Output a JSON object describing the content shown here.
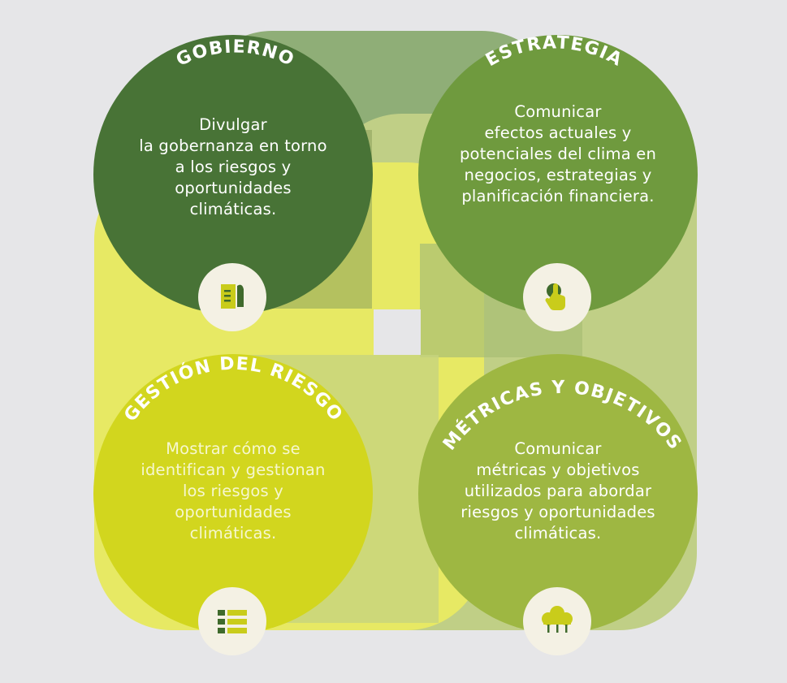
{
  "colors": {
    "background": "#e6e6e8",
    "governance": "#487336",
    "strategy": "#6f9a3e",
    "risk": "#d2d61e",
    "metrics": "#9eb742",
    "badge": "#f4f1e4",
    "dark_text": "#ffffff",
    "light_text": "#f5f6da"
  },
  "panels": {
    "governance": {
      "title": "GOBIERNO",
      "lines": [
        "Divulgar",
        "la gobernanza en torno",
        "a los riesgos y",
        "oportunidades",
        "climáticas."
      ],
      "icon": "document-icon"
    },
    "strategy": {
      "title": "ESTRATEGIA",
      "lines": [
        "Comunicar",
        "efectos actuales y",
        "potenciales del clima en",
        "negocios, estrategias y",
        "planificación financiera."
      ],
      "icon": "touch-hand-icon"
    },
    "risk": {
      "title": "GESTIÓN DEL RIESGO",
      "lines": [
        "Mostrar cómo se",
        "identifican y gestionan",
        "los riesgos y",
        "oportunidades",
        "climáticas."
      ],
      "icon": "checklist-icon"
    },
    "metrics": {
      "title": "MÉTRICAS Y OBJETIVOS",
      "lines": [
        "Comunicar",
        "métricas y objetivos",
        "utilizados para abordar",
        "riesgos y oportunidades",
        "climáticas."
      ],
      "icon": "trees-icon"
    }
  }
}
